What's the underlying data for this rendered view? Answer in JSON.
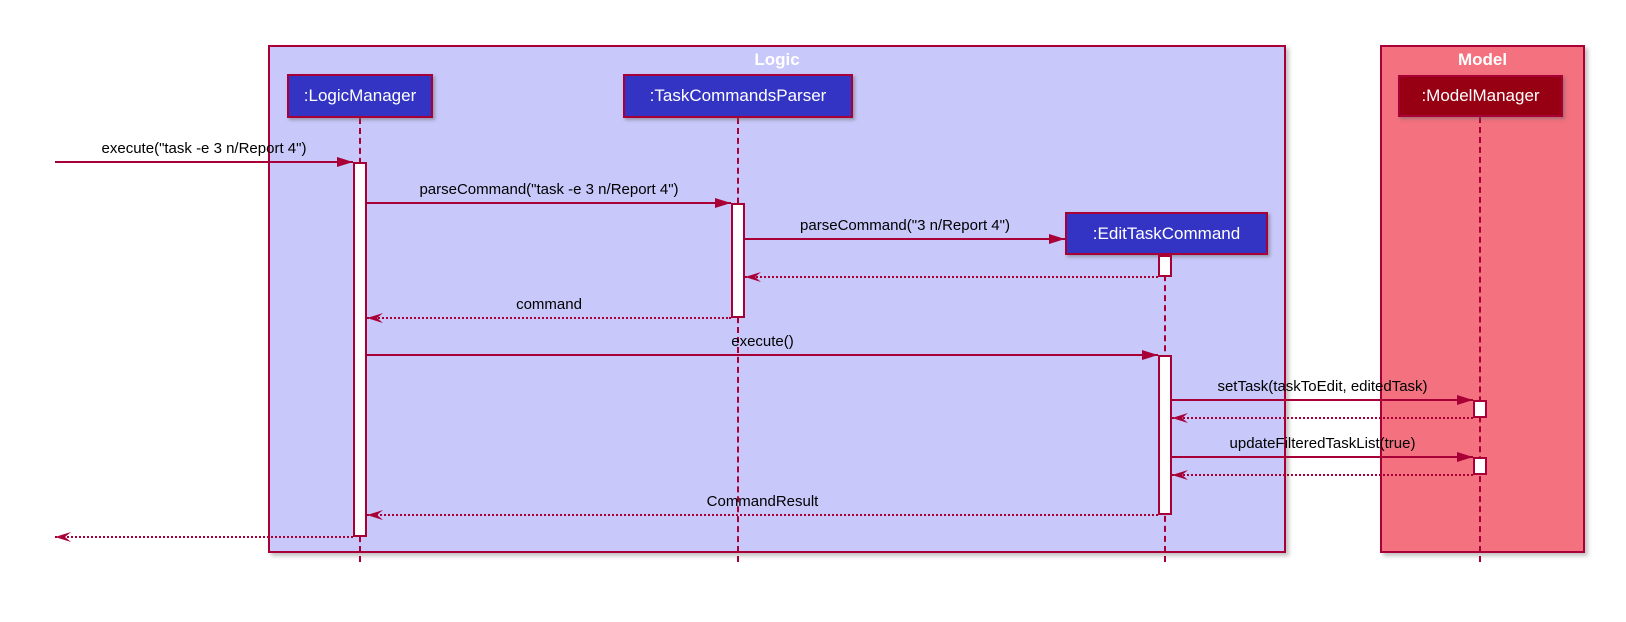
{
  "diagram": {
    "type": "uml-sequence-diagram",
    "colors": {
      "line": "#A80036",
      "logic_frame_fill": "#C8C8FA",
      "model_frame_fill": "#F4717F",
      "logic_participant_fill": "#3333C4",
      "model_participant_fill": "#960012",
      "participant_text": "#FFFFFF",
      "message_text": "#000000",
      "activation_fill": "#FFFFFF"
    },
    "frames": [
      {
        "id": "logic",
        "title": "Logic"
      },
      {
        "id": "model",
        "title": "Model"
      }
    ],
    "participants": [
      {
        "id": "logicManager",
        "label": ":LogicManager",
        "frame": "logic"
      },
      {
        "id": "taskCommandsParser",
        "label": ":TaskCommandsParser",
        "frame": "logic"
      },
      {
        "id": "editTaskCommand",
        "label": ":EditTaskCommand",
        "frame": "logic"
      },
      {
        "id": "modelManager",
        "label": ":ModelManager",
        "frame": "model"
      }
    ],
    "messages": [
      {
        "label": "execute(\"task -e 3 n/Report 4\")",
        "kind": "call",
        "from": "external",
        "to": "logicManager"
      },
      {
        "label": "parseCommand(\"task -e 3 n/Report 4\")",
        "kind": "call",
        "from": "logicManager",
        "to": "taskCommandsParser"
      },
      {
        "label": "parseCommand(\"3 n/Report 4\")",
        "kind": "create",
        "from": "taskCommandsParser",
        "to": "editTaskCommand"
      },
      {
        "label": "",
        "kind": "return",
        "from": "editTaskCommand",
        "to": "taskCommandsParser"
      },
      {
        "label": "command",
        "kind": "return",
        "from": "taskCommandsParser",
        "to": "logicManager"
      },
      {
        "label": "execute()",
        "kind": "call",
        "from": "logicManager",
        "to": "editTaskCommand"
      },
      {
        "label": "setTask(taskToEdit, editedTask)",
        "kind": "call",
        "from": "editTaskCommand",
        "to": "modelManager"
      },
      {
        "label": "",
        "kind": "return",
        "from": "modelManager",
        "to": "editTaskCommand"
      },
      {
        "label": "updateFilteredTaskList(true)",
        "kind": "call",
        "from": "editTaskCommand",
        "to": "modelManager"
      },
      {
        "label": "",
        "kind": "return",
        "from": "modelManager",
        "to": "editTaskCommand"
      },
      {
        "label": "CommandResult",
        "kind": "return",
        "from": "editTaskCommand",
        "to": "logicManager"
      },
      {
        "label": "",
        "kind": "return",
        "from": "logicManager",
        "to": "external"
      }
    ]
  }
}
